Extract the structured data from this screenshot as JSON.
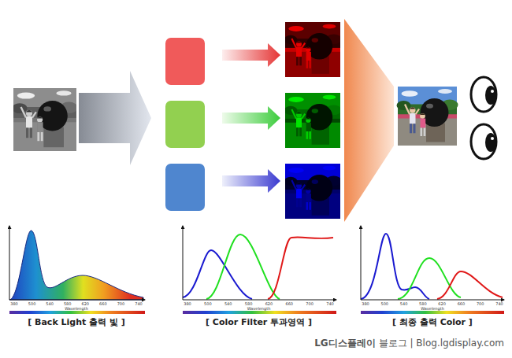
{
  "diagram": {
    "labels": [
      "[ Back Light 출력 빛 ]",
      "[ Color Filter 투과영역 ]",
      "[ 최종 출력 Color ]",
      "Wavelength",
      "Wavelength",
      "Wavelength",
      "380",
      "500",
      "540",
      "580",
      "620",
      "660",
      "700",
      "740",
      "380",
      "500",
      "540",
      "580",
      "620",
      "660",
      "700",
      "740",
      "380",
      "500",
      "540",
      "580",
      "620",
      "660",
      "700",
      "740",
      "LG디스플레이",
      "블로그 | Blog.lgdisplay.com"
    ]
  }
}
